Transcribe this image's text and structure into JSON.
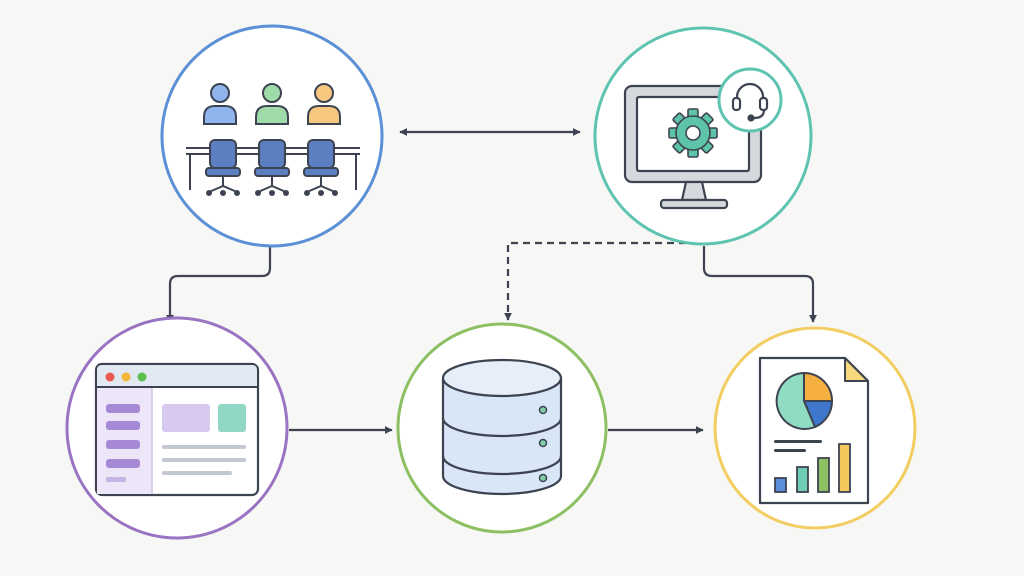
{
  "diagram": {
    "nodes": [
      {
        "id": "team",
        "icon": "team-workspace-icon",
        "ring_color": "#5b8fd6"
      },
      {
        "id": "support",
        "icon": "tech-support-monitor-icon",
        "ring_color": "#5fc3b1"
      },
      {
        "id": "app",
        "icon": "web-application-window-icon",
        "ring_color": "#9a73c2"
      },
      {
        "id": "database",
        "icon": "database-icon",
        "ring_color": "#8cc063"
      },
      {
        "id": "report",
        "icon": "analytics-report-icon",
        "ring_color": "#f1cd62"
      }
    ],
    "edges": [
      {
        "from": "team",
        "to": "support",
        "style": "solid",
        "direction": "both"
      },
      {
        "from": "team",
        "to": "app",
        "style": "solid",
        "direction": "forward"
      },
      {
        "from": "support",
        "to": "database",
        "style": "dashed",
        "direction": "forward"
      },
      {
        "from": "support",
        "to": "report",
        "style": "solid",
        "direction": "forward"
      },
      {
        "from": "app",
        "to": "database",
        "style": "solid",
        "direction": "forward"
      },
      {
        "from": "database",
        "to": "report",
        "style": "solid",
        "direction": "forward"
      }
    ]
  },
  "colors": {
    "background": "#f7f7f6",
    "stroke": "#3d4350",
    "person_blue": "#8fb4ee",
    "person_green": "#9fdca9",
    "person_orange": "#f6c77e",
    "chair": "#5b7fc0",
    "gear": "#5ec4a9",
    "window_purple": "#a689d4",
    "db_fill": "#d9e6f7",
    "pie_green": "#8fdcc2",
    "pie_orange": "#f5b041",
    "pie_blue": "#3f77cc",
    "bar_blue": "#5b8ed8",
    "bar_teal": "#70cdb3",
    "bar_green": "#8cc063",
    "bar_yellow": "#f2c75c"
  }
}
